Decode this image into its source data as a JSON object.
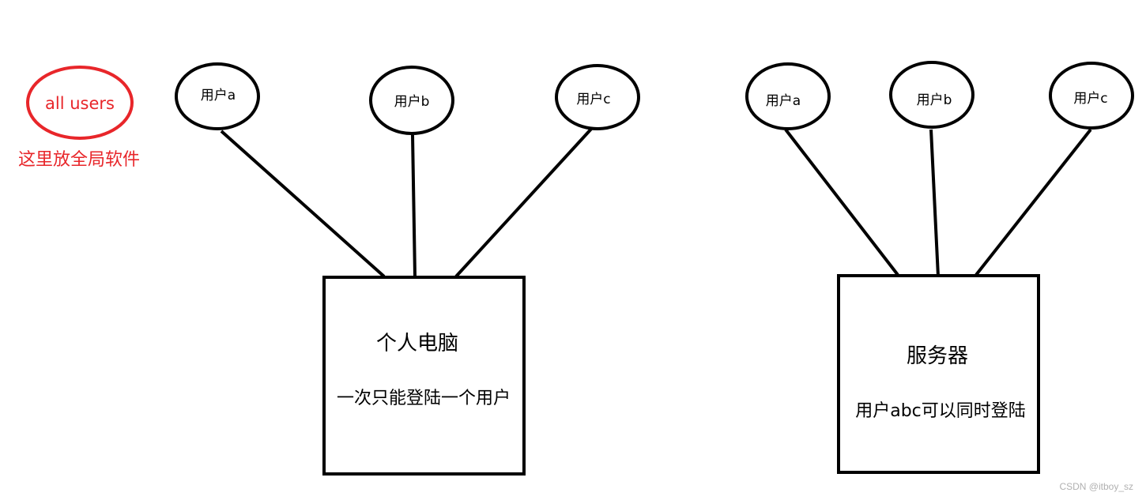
{
  "colors": {
    "stroke": "#000000",
    "accent_red": "#e8262a",
    "watermark": "#b0b0b0",
    "background": "#ffffff"
  },
  "global_note": {
    "ellipse_label": "all users",
    "caption": "这里放全局软件"
  },
  "personal_computer": {
    "users": [
      "用户a",
      "用户b",
      "用户c"
    ],
    "title": "个人电脑",
    "description": "一次只能登陆一个用户"
  },
  "server": {
    "users": [
      "用户a",
      "用户b",
      "用户c"
    ],
    "title": "服务器",
    "description": "用户abc可以同时登陆"
  },
  "watermark": "CSDN @itboy_sz"
}
